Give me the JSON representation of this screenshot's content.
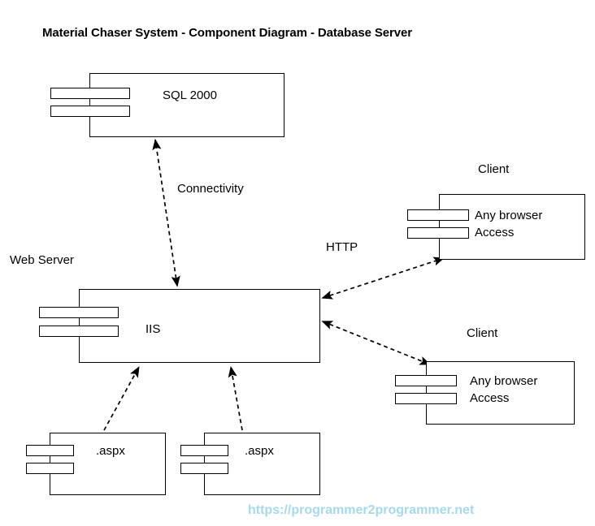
{
  "diagram": {
    "title": "Material Chaser System - Component Diagram - Database Server",
    "type": "uml-component-diagram",
    "background": "#ffffff",
    "stroke": "#000000"
  },
  "nodes": {
    "database": {
      "caption": "",
      "label": "SQL 2000",
      "stereotype": "component"
    },
    "web_server": {
      "caption": "Web Server",
      "label": "IIS",
      "stereotype": "component"
    },
    "client_top": {
      "caption": "Client",
      "label": "Any browser\nAccess",
      "stereotype": "component"
    },
    "client_bottom": {
      "caption": "Client",
      "label": "Any browser\nAccess",
      "stereotype": "component"
    },
    "page_left": {
      "caption": "",
      "label": ".aspx",
      "stereotype": "component"
    },
    "page_right": {
      "caption": "",
      "label": ".aspx",
      "stereotype": "component"
    }
  },
  "edges": [
    {
      "id": "connectivity",
      "label": "Connectivity",
      "from": "web_server",
      "to": "database",
      "style": "dashed",
      "arrows": "both"
    },
    {
      "id": "http-top",
      "label": "HTTP",
      "from": "client_top",
      "to": "web_server",
      "style": "dashed",
      "arrows": "both"
    },
    {
      "id": "http-bottom",
      "label": "",
      "from": "client_bottom",
      "to": "web_server",
      "style": "dashed",
      "arrows": "both"
    },
    {
      "id": "aspx-left-to-iis",
      "label": "",
      "from": "page_left",
      "to": "web_server",
      "style": "dashed",
      "arrows": "to"
    },
    {
      "id": "aspx-right-to-iis",
      "label": "",
      "from": "page_right",
      "to": "web_server",
      "style": "dashed",
      "arrows": "to"
    }
  ],
  "watermark": {
    "text": "https://programmer2programmer.net",
    "color": "#a7d9e8"
  }
}
